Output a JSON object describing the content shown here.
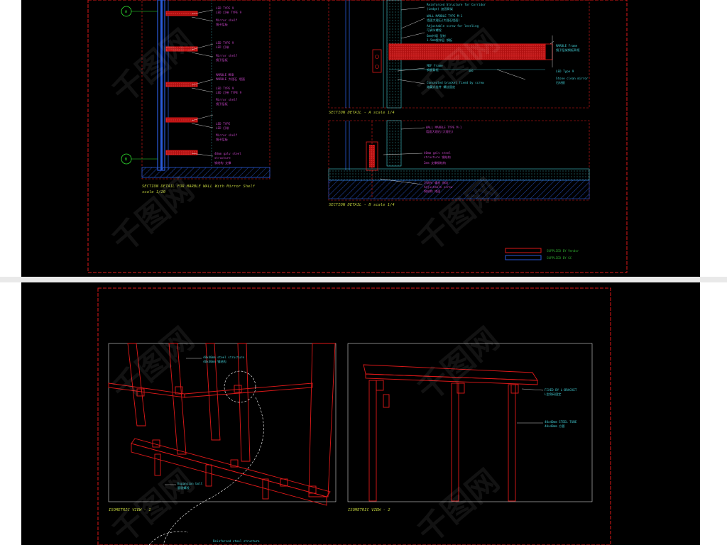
{
  "captions": {
    "marble_wall": "SECTION DETAIL FOR MARBLE WALL With Mirror Shelf",
    "marble_wall_scale": "scale 1/20",
    "section_a": "SECTION DETAIL - A  scale 1/4",
    "section_b": "SECTION DETAIL - B  scale 1/4",
    "iso_1": "ISOMETRIC VIEW - 1",
    "iso_2": "ISOMETRIC VIEW - 2"
  },
  "left_labels": [
    "LED TYPE 9",
    "LED 灯带  TYPE 9",
    "Mirror shelf",
    "镜子层板",
    "LED TYPE 9",
    "LED 灯带",
    "Mirror shelf",
    "镜子层板",
    "MARBLE MRB",
    "MARBLE 大理石 墙面",
    "LED TYPE 9",
    "LED 灯带 TYPE 9",
    "Mirror shelf",
    "镜子层板",
    "LED TYPE",
    "LED 灯带",
    "Mirror shelf",
    "镜子层板"
  ],
  "left_bottom_note": [
    "40mm galv steel",
    "structure",
    "钢结构 支撑"
  ],
  "bubbles": [
    "A",
    "B"
  ],
  "section_a_labels": {
    "top": [
      "Reinforced Structure for Corridor",
      "(Ledge) 加固骨架",
      "WALL MARBLE  TYPE M-1",
      "墙面大理石(大理石墙面)",
      "Adjustable screw for leveling",
      "可调节螺栓",
      "6mm外墙 型材",
      "1.5mm镀锌层 钢板"
    ],
    "right": [
      "MARBLE Frame",
      "镜子层架钢板背框",
      "LED Type 9",
      "Stone clean mirror",
      "石材镜"
    ],
    "left_bottom": [
      "MDF Frame",
      "钢板背框",
      "Concealed bracket fixed by screw",
      "暗藏式挂件 螺丝固定"
    ],
    "dim": "400"
  },
  "section_b_labels": {
    "right": [
      "WALL MARBLE  TYPE M-1",
      "墙面大理石(大理石)"
    ],
    "mid": [
      "40mm galv steel",
      "structure 钢结构",
      "2mm 支撑钢结构"
    ],
    "bottom": [
      "可调节 螺丝 移动",
      "Adjustable screw",
      "钢结构 地面"
    ]
  },
  "legend": [
    {
      "label": "SUPPLIED BY Vendor",
      "color": "#d81818"
    },
    {
      "label": "SUPPLIED BY GC",
      "color": "#2a5ad8"
    }
  ],
  "iso_labels": {
    "v1_top": [
      "40x40mm steel structure",
      "40x40mm 钢结构"
    ],
    "v1_bottom": [
      "Expansion bolt",
      "膨胀螺栓"
    ],
    "v1_foot": "Reinforced steel structure",
    "v2": [
      "FIXED BY L-BRACKET",
      "L型角码固定",
      "40x40mm STEEL TUBE",
      "40x40mm 方管"
    ]
  },
  "watermark": "千图网",
  "colors": {
    "red": "#d81818",
    "blue": "#2a5ad8",
    "cyan": "#41c8cf",
    "green": "#2fe02f",
    "magenta": "#c042c0",
    "yellow": "#b9c83a",
    "border": "#e01919"
  }
}
